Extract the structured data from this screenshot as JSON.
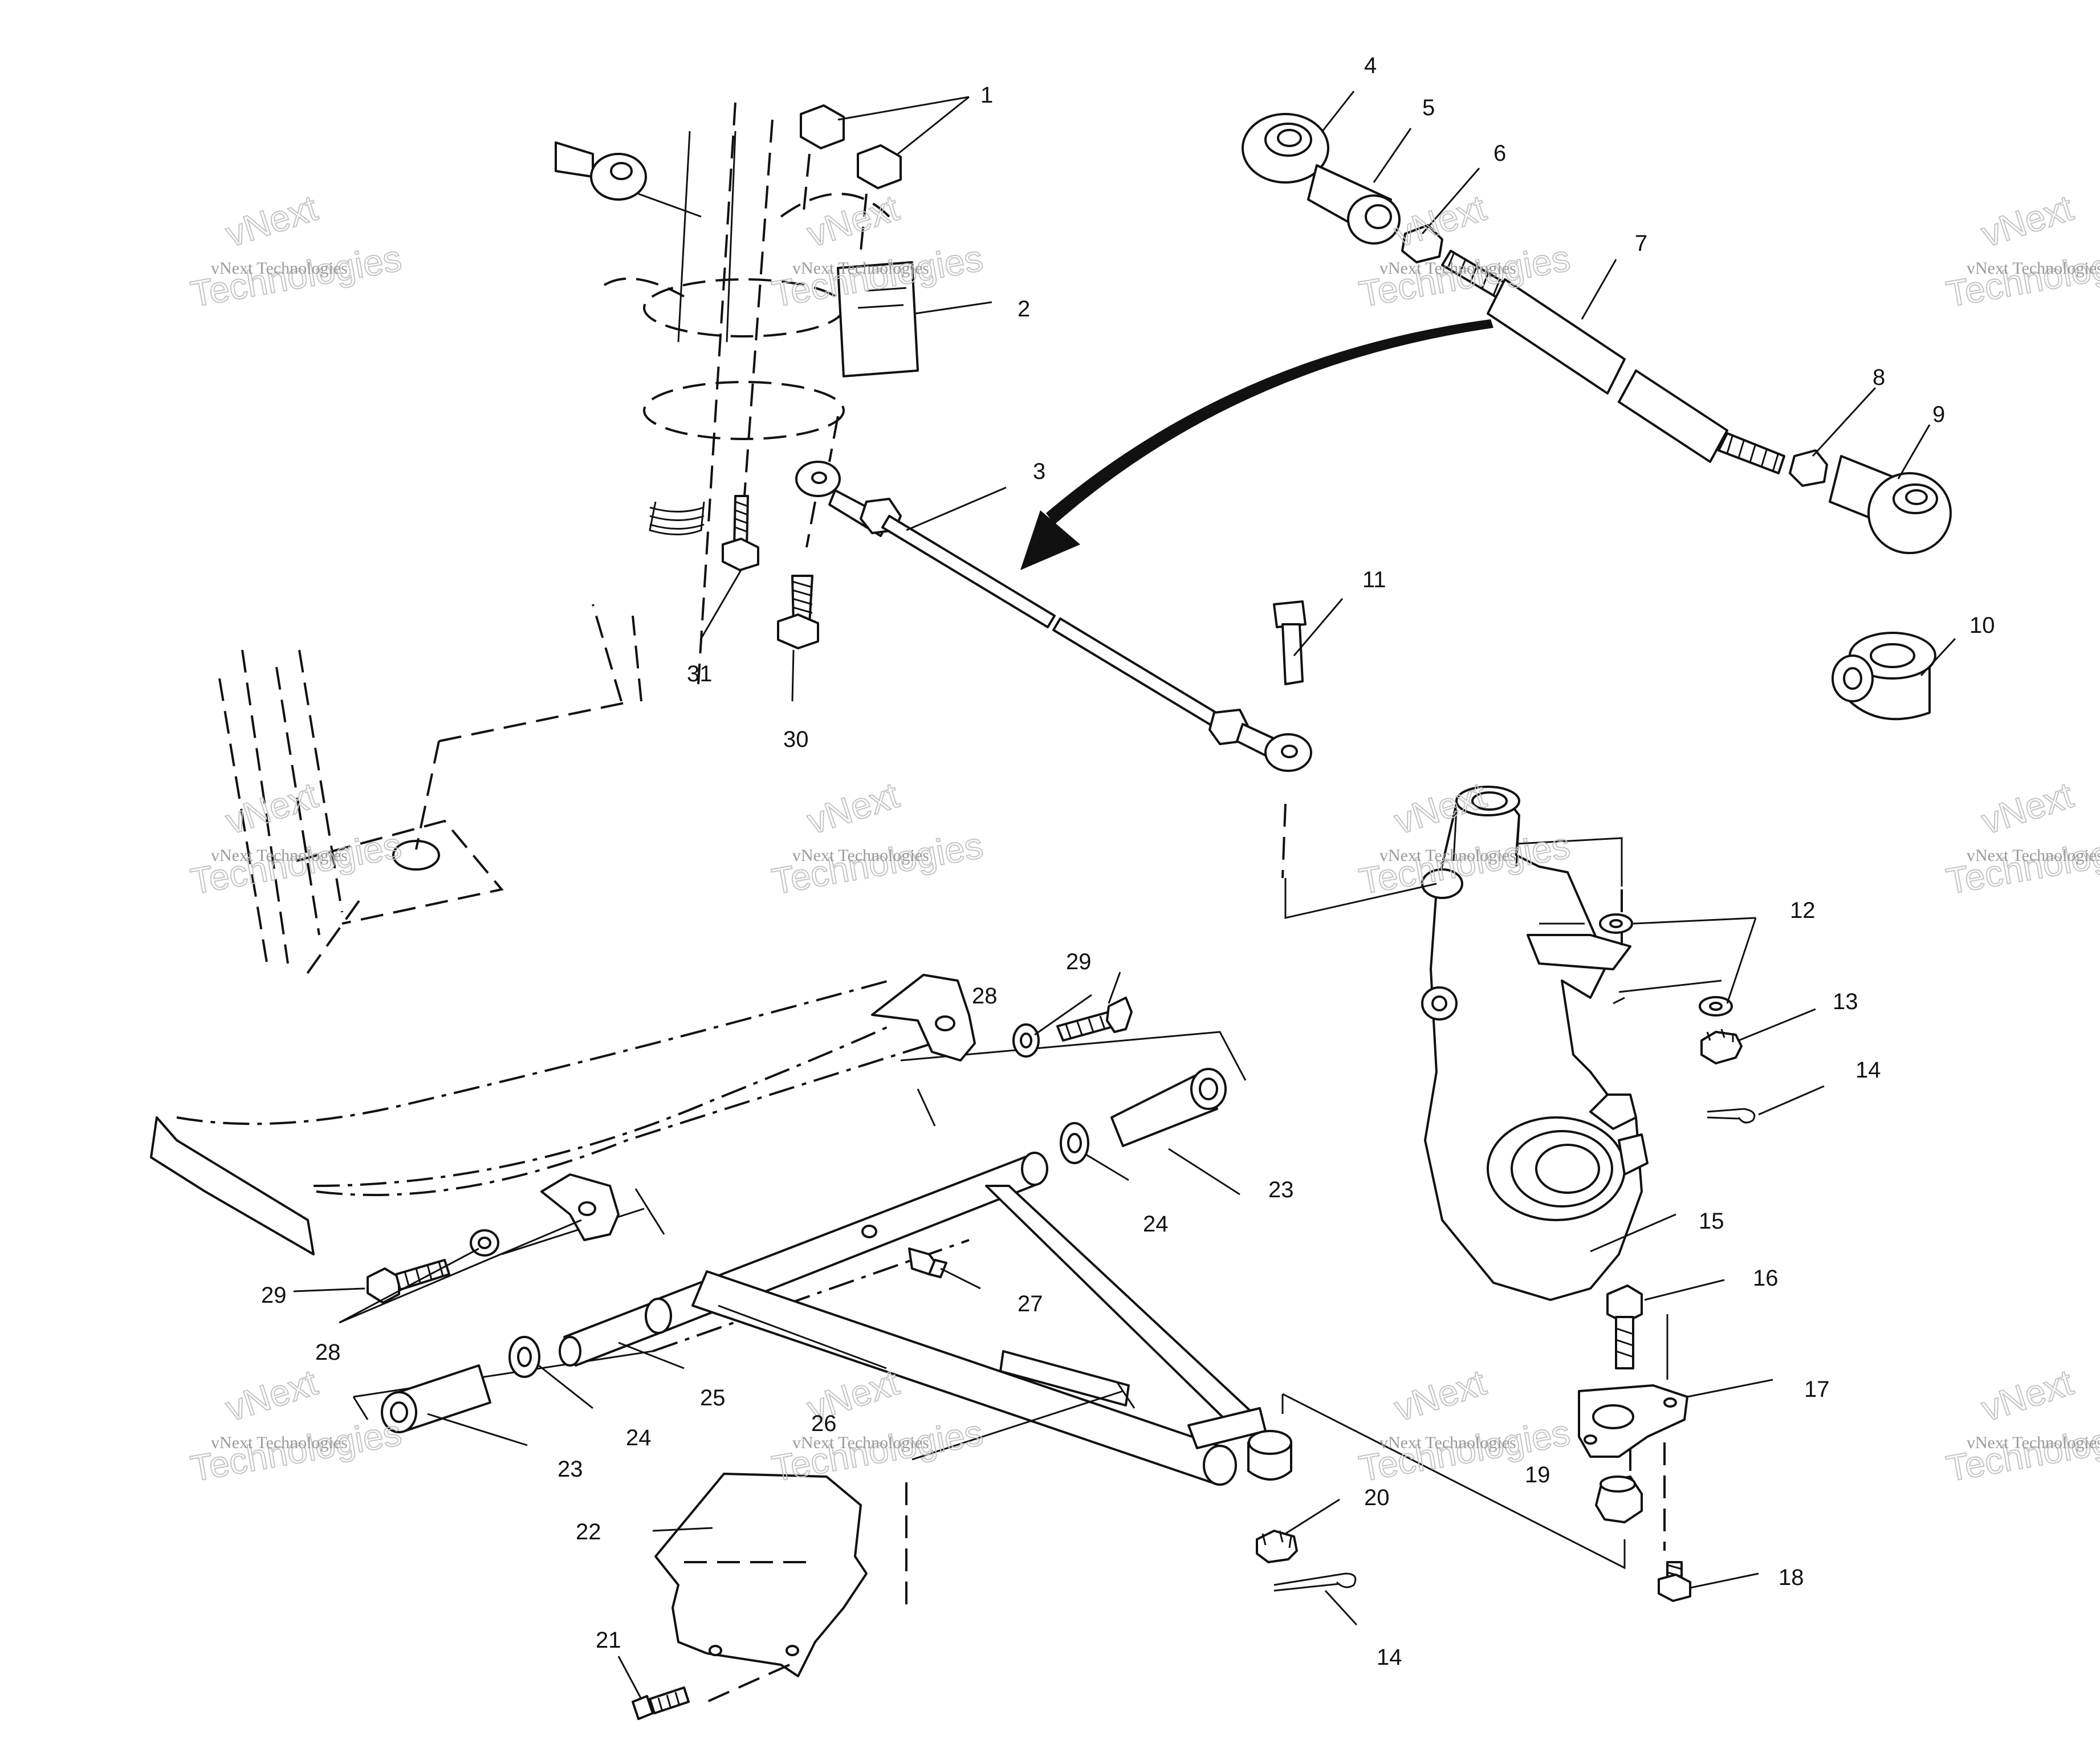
{
  "diagram": {
    "watermark_line1": "vNext Technologies",
    "watermark_line2": "Technologies",
    "watermark_arc": "vNext",
    "callouts": [
      {
        "id": "1",
        "text": "1"
      },
      {
        "id": "2",
        "text": "2"
      },
      {
        "id": "3",
        "text": "3"
      },
      {
        "id": "4",
        "text": "4"
      },
      {
        "id": "5",
        "text": "5"
      },
      {
        "id": "6",
        "text": "6"
      },
      {
        "id": "7",
        "text": "7"
      },
      {
        "id": "8",
        "text": "8"
      },
      {
        "id": "9",
        "text": "9"
      },
      {
        "id": "10",
        "text": "10"
      },
      {
        "id": "11",
        "text": "11"
      },
      {
        "id": "12",
        "text": "12"
      },
      {
        "id": "13",
        "text": "13"
      },
      {
        "id": "14a",
        "text": "14"
      },
      {
        "id": "15",
        "text": "15"
      },
      {
        "id": "16",
        "text": "16"
      },
      {
        "id": "17",
        "text": "17"
      },
      {
        "id": "18",
        "text": "18"
      },
      {
        "id": "19",
        "text": "19"
      },
      {
        "id": "20",
        "text": "20"
      },
      {
        "id": "21",
        "text": "21"
      },
      {
        "id": "22",
        "text": "22"
      },
      {
        "id": "23a",
        "text": "23"
      },
      {
        "id": "23b",
        "text": "23"
      },
      {
        "id": "24a",
        "text": "24"
      },
      {
        "id": "24b",
        "text": "24"
      },
      {
        "id": "25",
        "text": "25"
      },
      {
        "id": "26",
        "text": "26"
      },
      {
        "id": "27",
        "text": "27"
      },
      {
        "id": "28a",
        "text": "28"
      },
      {
        "id": "28b",
        "text": "28"
      },
      {
        "id": "29a",
        "text": "29"
      },
      {
        "id": "29b",
        "text": "29"
      },
      {
        "id": "30",
        "text": "30"
      },
      {
        "id": "31",
        "text": "31"
      },
      {
        "id": "14b",
        "text": "14"
      }
    ]
  }
}
